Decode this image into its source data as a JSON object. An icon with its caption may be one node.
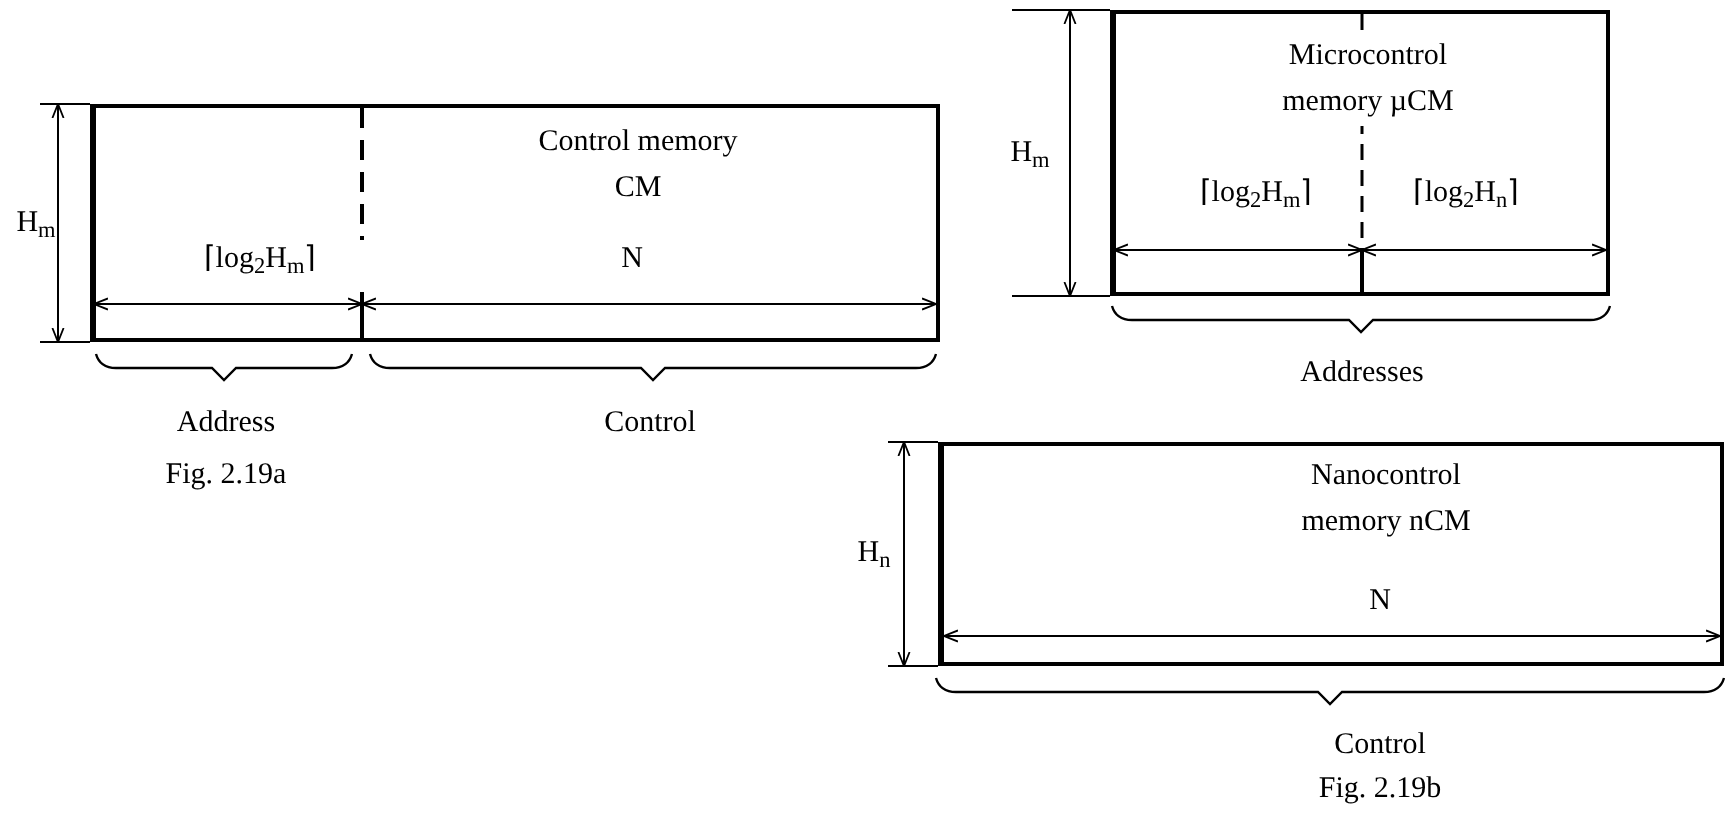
{
  "diagram": {
    "nodes": [
      {
        "text": [
          "Control memory CM"
        ]
      },
      {
        "text": [
          "Microcontrol memory µCM"
        ]
      },
      {
        "text": [
          "Nanocontrol memory nCM"
        ]
      }
    ],
    "labels": [
      "H$_{m}$",
      "⌈log$_{2}$H$_{m}$⌉",
      "N",
      "Address",
      "Control",
      "Fig. 2.19a",
      "H$_{m}$",
      "⌈log$_{2}$H$_{m}$⌉",
      "⌈log$_{2}$H$_{n}$⌉",
      "Addresses",
      "H$_{n}$",
      "N",
      "Control",
      "Fig. 2.19b"
    ]
  }
}
